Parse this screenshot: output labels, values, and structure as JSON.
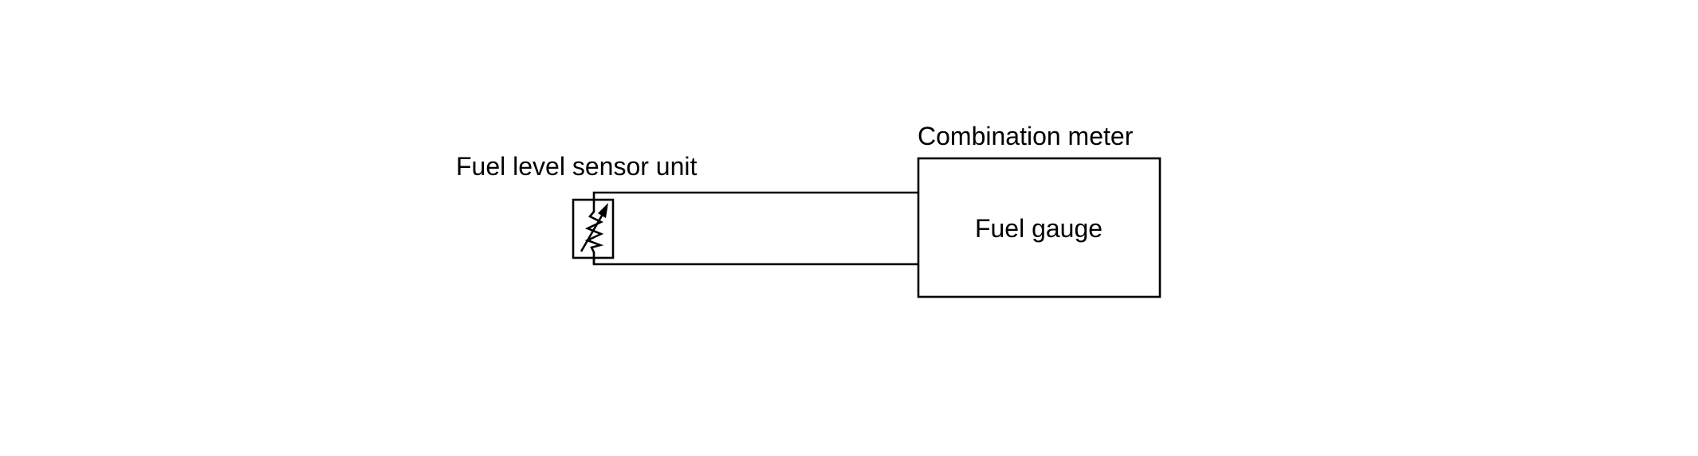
{
  "diagram": {
    "sensor_label": "Fuel level sensor unit",
    "meter_label": "Combination meter",
    "gauge_label": "Fuel gauge"
  },
  "icons": {
    "sensor_symbol": "variable-resistor-icon"
  },
  "colors": {
    "line": "#000000",
    "background": "#ffffff"
  }
}
